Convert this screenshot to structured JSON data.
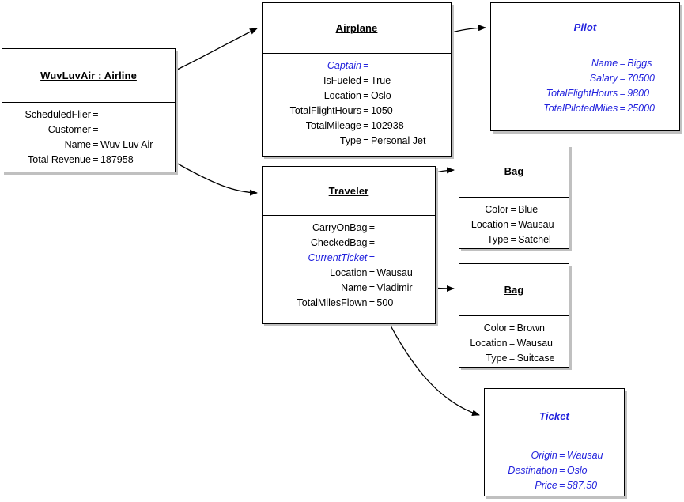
{
  "diagram": {
    "kind": "uml-object-diagram",
    "colors": {
      "link": "#2222dd",
      "text": "#000000",
      "border": "#000000",
      "shadow": "#c0c0c0",
      "background": "#ffffff"
    }
  },
  "objects": [
    {
      "id": "airline",
      "title": "WuvLuvAir : Airline",
      "title_style": "black",
      "attributes": [
        {
          "name": "ScheduledFlier",
          "name_style": "black",
          "eq": "=",
          "value": "",
          "value_style": "black"
        },
        {
          "name": "Customer",
          "name_style": "black",
          "eq": "=",
          "value": "",
          "value_style": "black"
        },
        {
          "name": "Name",
          "name_style": "black",
          "eq": "=",
          "value": "Wuv Luv Air",
          "value_style": "black"
        },
        {
          "name": "Total Revenue",
          "name_style": "black",
          "eq": "=",
          "value": "187958",
          "value_style": "black"
        }
      ]
    },
    {
      "id": "airplane",
      "title": "Airplane",
      "title_style": "black",
      "attributes": [
        {
          "name": "Captain",
          "name_style": "blue",
          "eq": "=",
          "value": "",
          "value_style": "blue"
        },
        {
          "name": "IsFueled",
          "name_style": "black",
          "eq": "=",
          "value": "True",
          "value_style": "black"
        },
        {
          "name": "Location",
          "name_style": "black",
          "eq": "=",
          "value": "Oslo",
          "value_style": "black"
        },
        {
          "name": "TotalFlightHours",
          "name_style": "black",
          "eq": "=",
          "value": "1050",
          "value_style": "black"
        },
        {
          "name": "TotalMileage",
          "name_style": "black",
          "eq": "=",
          "value": "102938",
          "value_style": "black"
        },
        {
          "name": "Type",
          "name_style": "black",
          "eq": "=",
          "value": "Personal Jet",
          "value_style": "black"
        }
      ]
    },
    {
      "id": "pilot",
      "title": "Pilot",
      "title_style": "blue",
      "attributes": [
        {
          "name": "Name",
          "name_style": "blue",
          "eq": "=",
          "value": "Biggs",
          "value_style": "blue"
        },
        {
          "name": "Salary",
          "name_style": "blue",
          "eq": "=",
          "value": "70500",
          "value_style": "blue"
        },
        {
          "name": "TotalFlightHours",
          "name_style": "blue",
          "eq": "=",
          "value": "9800",
          "value_style": "blue"
        },
        {
          "name": "TotalPilotedMiles",
          "name_style": "blue",
          "eq": "=",
          "value": "25000",
          "value_style": "blue"
        }
      ]
    },
    {
      "id": "traveler",
      "title": "Traveler",
      "title_style": "black",
      "attributes": [
        {
          "name": "CarryOnBag",
          "name_style": "black",
          "eq": "=",
          "value": "",
          "value_style": "black"
        },
        {
          "name": "CheckedBag",
          "name_style": "black",
          "eq": "=",
          "value": "",
          "value_style": "black"
        },
        {
          "name": "CurrentTicket",
          "name_style": "blue",
          "eq": "=",
          "value": "",
          "value_style": "blue"
        },
        {
          "name": "Location",
          "name_style": "black",
          "eq": "=",
          "value": "Wausau",
          "value_style": "black"
        },
        {
          "name": "Name",
          "name_style": "black",
          "eq": "=",
          "value": "Vladimir",
          "value_style": "black"
        },
        {
          "name": "TotalMilesFlown",
          "name_style": "black",
          "eq": "=",
          "value": "500",
          "value_style": "black"
        }
      ]
    },
    {
      "id": "bag-carryon",
      "title": "Bag",
      "title_style": "black",
      "attributes": [
        {
          "name": "Color",
          "name_style": "black",
          "eq": "=",
          "value": "Blue",
          "value_style": "black"
        },
        {
          "name": "Location",
          "name_style": "black",
          "eq": "=",
          "value": "Wausau",
          "value_style": "black"
        },
        {
          "name": "Type",
          "name_style": "black",
          "eq": "=",
          "value": "Satchel",
          "value_style": "black"
        }
      ]
    },
    {
      "id": "bag-checked",
      "title": "Bag",
      "title_style": "black",
      "attributes": [
        {
          "name": "Color",
          "name_style": "black",
          "eq": "=",
          "value": "Brown",
          "value_style": "black"
        },
        {
          "name": "Location",
          "name_style": "black",
          "eq": "=",
          "value": "Wausau",
          "value_style": "black"
        },
        {
          "name": "Type",
          "name_style": "black",
          "eq": "=",
          "value": "Suitcase",
          "value_style": "black"
        }
      ]
    },
    {
      "id": "ticket",
      "title": "Ticket",
      "title_style": "blue",
      "attributes": [
        {
          "name": "Origin",
          "name_style": "blue",
          "eq": "=",
          "value": "Wausau",
          "value_style": "blue"
        },
        {
          "name": "Destination",
          "name_style": "blue",
          "eq": "=",
          "value": "Oslo",
          "value_style": "blue"
        },
        {
          "name": "Price",
          "name_style": "blue",
          "eq": "=",
          "value": "587.50",
          "value_style": "blue"
        }
      ]
    }
  ],
  "links": [
    {
      "id": "airline-scheduledflier-to-airplane",
      "from": "airline.ScheduledFlier",
      "to": "airplane"
    },
    {
      "id": "airline-customer-to-traveler",
      "from": "airline.Customer",
      "to": "traveler"
    },
    {
      "id": "airplane-captain-to-pilot",
      "from": "airplane.Captain",
      "to": "pilot"
    },
    {
      "id": "traveler-carryonbag-to-bag-carryon",
      "from": "traveler.CarryOnBag",
      "to": "bag-carryon"
    },
    {
      "id": "traveler-checkedbag-to-bag-checked",
      "from": "traveler.CheckedBag",
      "to": "bag-checked"
    },
    {
      "id": "traveler-currentticket-to-ticket",
      "from": "traveler.CurrentTicket",
      "to": "ticket"
    }
  ]
}
